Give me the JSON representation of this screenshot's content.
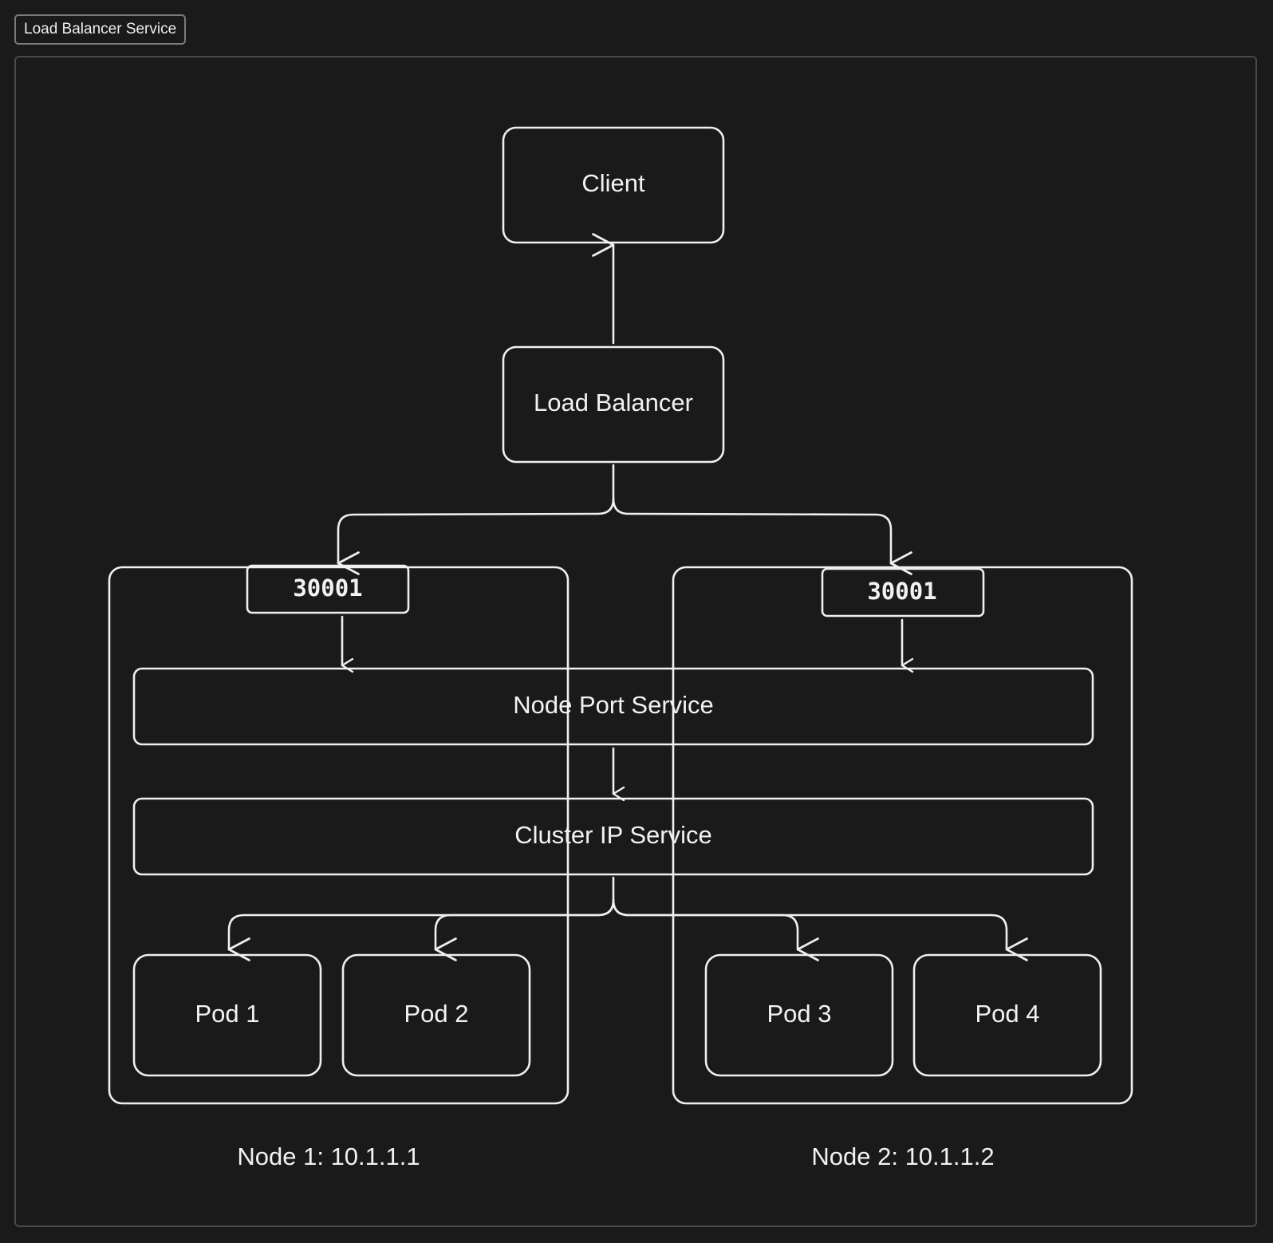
{
  "frame": {
    "title": "Load Balancer Service"
  },
  "diagram": {
    "client": "Client",
    "load_balancer": "Load Balancer",
    "node_port_service": "Node Port Service",
    "cluster_ip_service": "Cluster IP Service",
    "nodes": [
      {
        "label": "Node 1: 10.1.1.1",
        "port": "30001",
        "pods": [
          "Pod 1",
          "Pod 2"
        ]
      },
      {
        "label": "Node 2: 10.1.1.2",
        "port": "30001",
        "pods": [
          "Pod 3",
          "Pod 4"
        ]
      }
    ]
  },
  "colors": {
    "background": "#1a1a1a",
    "stroke": "#efefef",
    "frame_border": "#4a4a4a"
  }
}
